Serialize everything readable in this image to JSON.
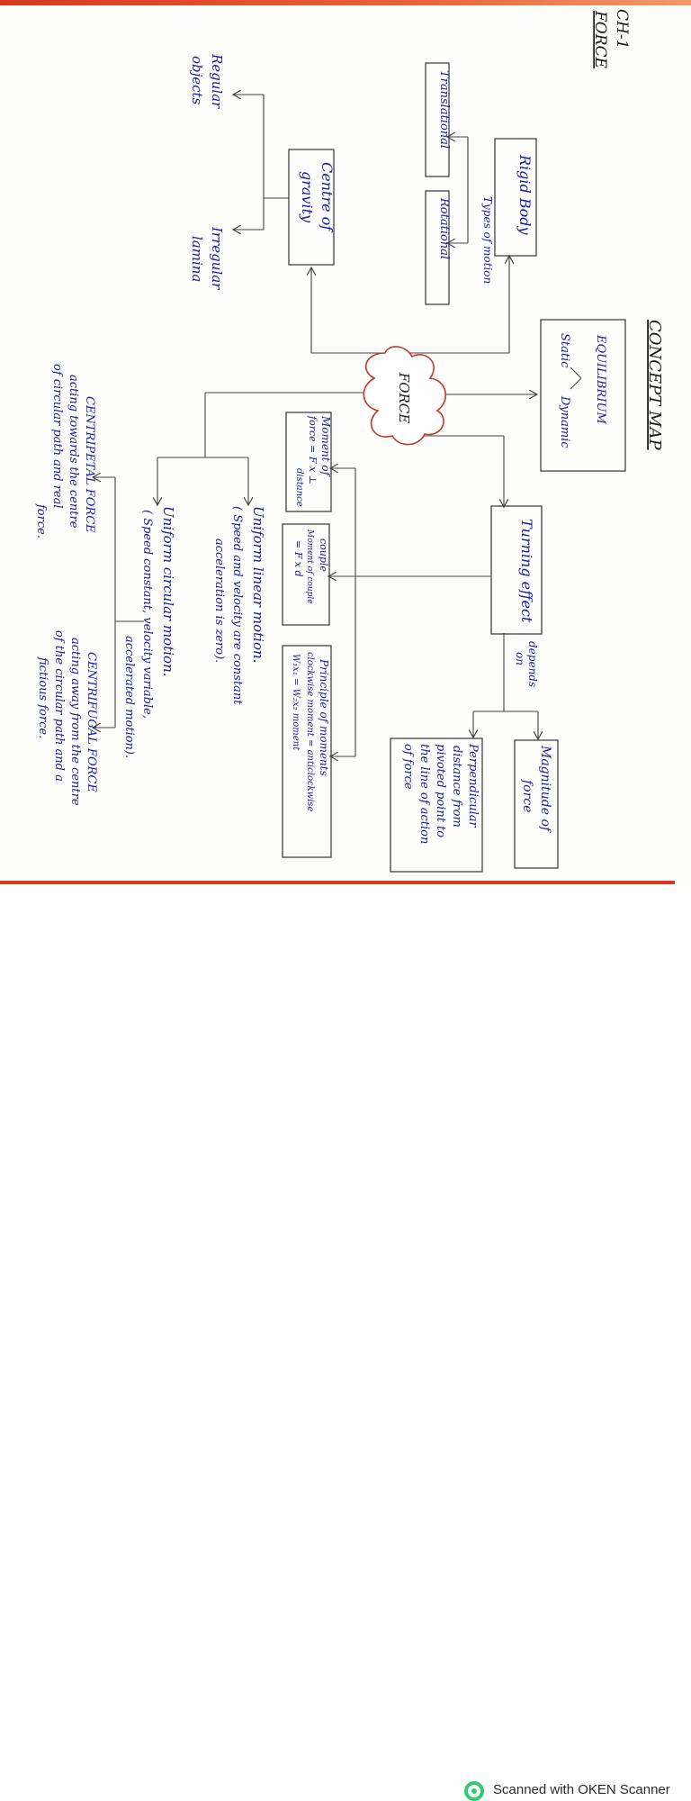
{
  "header": {
    "chapter": "CH-1",
    "topic": "FORCE",
    "map_title": "CONCEPT MAP"
  },
  "central": "FORCE",
  "nodes": {
    "equilibrium": {
      "title": "EQUILIBRIUM",
      "left": "Static",
      "right": "Dynamic"
    },
    "rigid_body": "Rigid Body",
    "types_of_motion": "Types of motion",
    "translational": "Translational",
    "rotational": "Rotational",
    "centre_of_gravity": [
      "Centre of",
      "gravity"
    ],
    "regular_objects": [
      "Regular",
      "objects"
    ],
    "irregular_lamina": [
      "Irregular",
      "lamina"
    ],
    "turning_effect": "Turning effect",
    "depends_on": [
      "depends",
      "on"
    ],
    "magnitude_of_force": [
      "Magnitude of",
      "force"
    ],
    "perpendicular": [
      "Perpendicular",
      "distance from",
      "pivoted point to",
      "the line of action",
      "of force"
    ],
    "moment_of_force": [
      "Moment of",
      "force = F x ⊥",
      "distance"
    ],
    "couple": [
      "couple",
      "Moment of couple",
      "= F x d"
    ],
    "principle_of_moments": [
      "Principle of moments",
      "clockwise moment = anticlockwise",
      "W₁x₁ = W₂x₂          moment"
    ],
    "uniform_linear": [
      "Uniform linear motion.",
      "( Speed and velocity are constant",
      "acceleration is zero)."
    ],
    "uniform_circular": [
      "Uniform circular motion.",
      "( Speed constant, velocity variable,",
      "accelerated motion)."
    ],
    "centripetal": [
      "CENTRIPETAL FORCE",
      "acting towards the centre",
      "of circular path and real",
      "force."
    ],
    "centrifugal": [
      "CENTRIFUGAL FORCE",
      "acting away from the centre",
      "of the circular path and a",
      "fictious force."
    ]
  },
  "footer": {
    "scanner_label": "Scanned with OKEN Scanner",
    "logo_icon": "oken-logo-icon"
  },
  "colors": {
    "ink_blue": "#1a1a9e",
    "force_cloud": "#c0392b",
    "scan_line": "#d9381e",
    "logo_green": "#2ecc71"
  }
}
